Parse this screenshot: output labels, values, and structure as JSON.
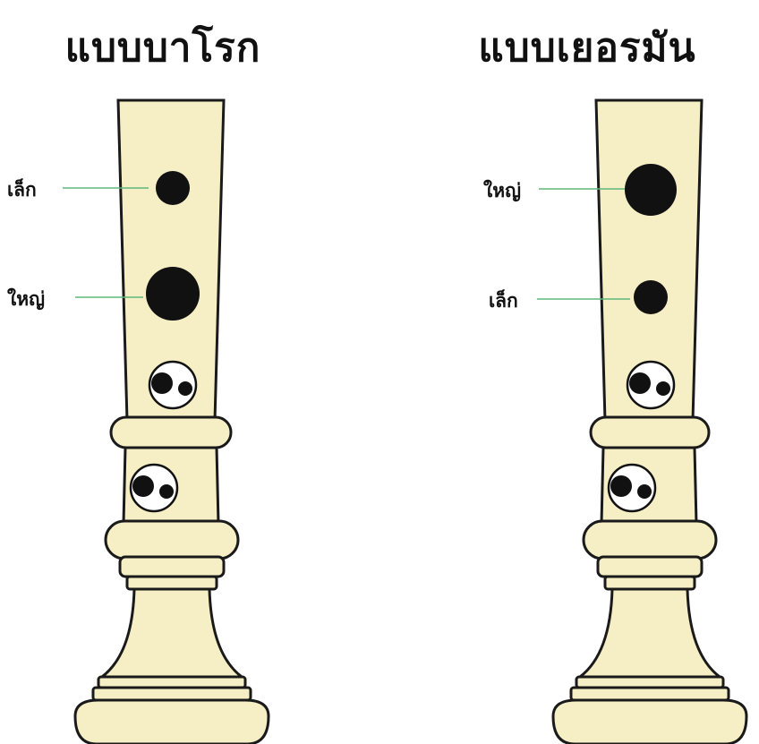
{
  "colors": {
    "body_fill": "#f6efc6",
    "outline": "#1a1a1a",
    "hole": "#111111",
    "leader_line": "#5cb87a"
  },
  "diagrams": [
    {
      "title": "แบบบาโรก",
      "holes": [
        {
          "label": "เล็ก",
          "size": "small"
        },
        {
          "label": "ใหญ่",
          "size": "large"
        }
      ]
    },
    {
      "title": "แบบเยอรมัน",
      "holes": [
        {
          "label": "ใหญ่",
          "size": "large"
        },
        {
          "label": "เล็ก",
          "size": "small"
        }
      ]
    }
  ]
}
